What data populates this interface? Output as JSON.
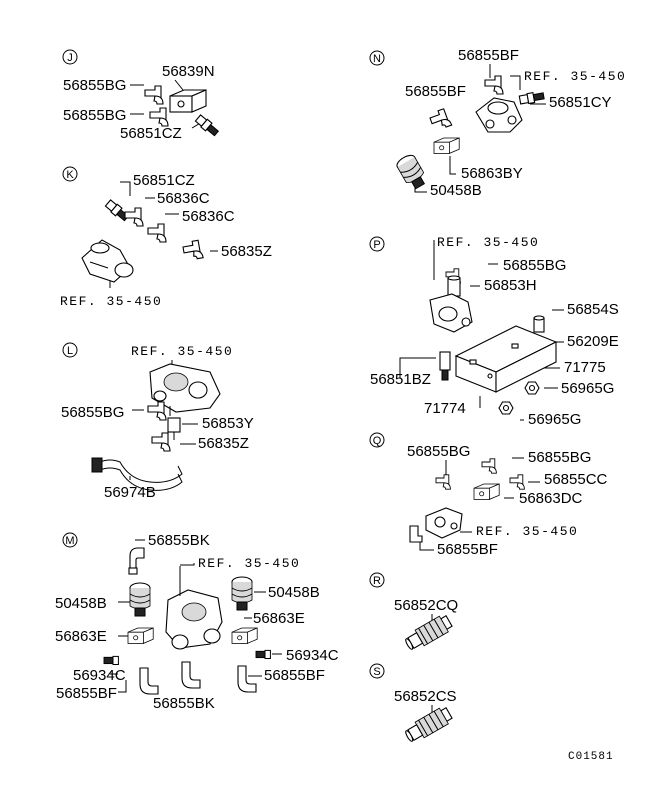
{
  "sections": {
    "J": {
      "letter": "J",
      "labels": {
        "a": "56855BG",
        "b": "56839N",
        "c": "56855BG",
        "d": "56851CZ"
      }
    },
    "K": {
      "letter": "K",
      "labels": {
        "a": "56851CZ",
        "b": "56836C",
        "c": "56836C",
        "d": "56835Z",
        "ref": "REF. 35-450"
      }
    },
    "L": {
      "letter": "L",
      "labels": {
        "ref": "REF. 35-450",
        "a": "56855BG",
        "b": "56853Y",
        "c": "56835Z",
        "d": "56974B"
      }
    },
    "M": {
      "letter": "M",
      "labels": {
        "a": "56855BK",
        "ref": "REF. 35-450",
        "b": "50458B",
        "c": "50458B",
        "d": "56863E",
        "e": "56863E",
        "f": "56934C",
        "g": "56934C",
        "h": "56855BF",
        "i": "56855BF",
        "j": "56855BK"
      }
    },
    "N": {
      "letter": "N",
      "labels": {
        "a": "56855BF",
        "ref": "REF. 35-450",
        "b": "56855BF",
        "c": "56851CY",
        "d": "56863BY",
        "e": "50458B"
      }
    },
    "P": {
      "letter": "P",
      "labels": {
        "ref": "REF. 35-450",
        "a": "56855BG",
        "b": "56853H",
        "c": "56854S",
        "d": "56209E",
        "e": "71775",
        "f": "56851BZ",
        "g": "56965G",
        "h": "71774",
        "i": "56965G"
      }
    },
    "Q": {
      "letter": "Q",
      "labels": {
        "a": "56855BG",
        "b": "56855BG",
        "c": "56855CC",
        "d": "56863DC",
        "ref": "REF. 35-450",
        "e": "56855BF"
      }
    },
    "R": {
      "letter": "R",
      "labels": {
        "a": "56852CQ"
      }
    },
    "S": {
      "letter": "S",
      "labels": {
        "a": "56852CS"
      }
    }
  },
  "figure_code": "C01581"
}
